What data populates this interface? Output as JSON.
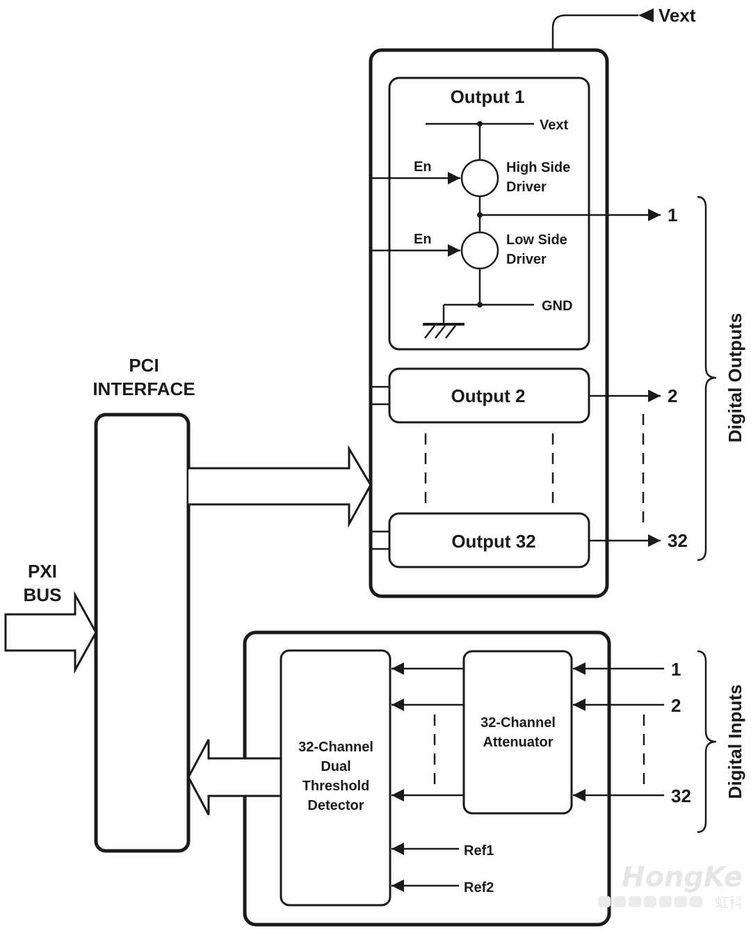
{
  "labels": {
    "vext_top": "Vext",
    "pci_interface_line1": "PCI",
    "pci_interface_line2": "INTERFACE",
    "pxi_bus_line1": "PXI",
    "pxi_bus_line2": "BUS",
    "output1_title": "Output 1",
    "output1_vext": "Vext",
    "en_high": "En",
    "en_low": "En",
    "high_side_line1": "High Side",
    "high_side_line2": "Driver",
    "low_side_line1": "Low Side",
    "low_side_line2": "Driver",
    "gnd": "GND",
    "output2": "Output 2",
    "output32": "Output 32",
    "out_pin_1": "1",
    "out_pin_2": "2",
    "out_pin_32": "32",
    "digital_outputs": "Digital Outputs",
    "attenuator_line1": "32-Channel",
    "attenuator_line2": "Attenuator",
    "detector_line1": "32-Channel",
    "detector_line2": "Dual",
    "detector_line3": "Threshold",
    "detector_line4": "Detector",
    "in_pin_1": "1",
    "in_pin_2": "2",
    "in_pin_32": "32",
    "ref1": "Ref1",
    "ref2": "Ref2",
    "digital_inputs": "Digital Inputs"
  },
  "watermark": {
    "brand": "HongKe",
    "brand_cn": "虹科"
  }
}
